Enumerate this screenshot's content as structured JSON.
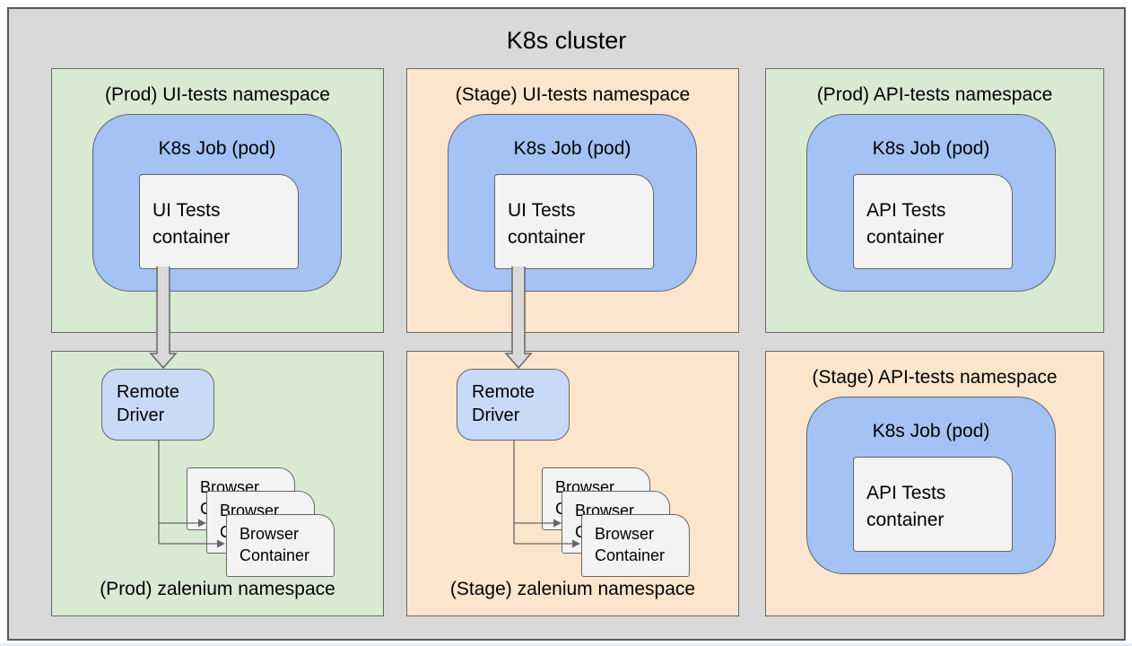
{
  "diagram": {
    "cluster_title": "K8s cluster",
    "colors": {
      "cluster_bg": "#d9d9d9",
      "cluster_border": "#595959",
      "namespace_green": "#d9ead3",
      "namespace_orange": "#fce5cd",
      "job_blue": "#a4c2f4",
      "driver_blue": "#c9daf8",
      "container_gray": "#f3f3f3",
      "line_gray": "#666666"
    },
    "namespaces": {
      "prod_ui": {
        "title": "(Prod) UI-tests namespace",
        "job_label": "K8s Job (pod)",
        "container_line1": "UI Tests",
        "container_line2": "container"
      },
      "stage_ui": {
        "title": "(Stage) UI-tests namespace",
        "job_label": "K8s Job (pod)",
        "container_line1": "UI Tests",
        "container_line2": "container"
      },
      "prod_api": {
        "title": "(Prod) API-tests namespace",
        "job_label": "K8s Job (pod)",
        "container_line1": "API Tests",
        "container_line2": "container"
      },
      "stage_api": {
        "title": "(Stage) API-tests namespace",
        "job_label": "K8s Job (pod)",
        "container_line1": "API Tests",
        "container_line2": "container"
      },
      "prod_zalenium": {
        "title": "(Prod) zalenium namespace",
        "driver_line1": "Remote",
        "driver_line2": "Driver",
        "browser_line1": "Browser",
        "browser_line2": "Container"
      },
      "stage_zalenium": {
        "title": "(Stage) zalenium namespace",
        "driver_line1": "Remote",
        "driver_line2": "Driver",
        "browser_line1": "Browser",
        "browser_line2": "Container"
      }
    }
  }
}
